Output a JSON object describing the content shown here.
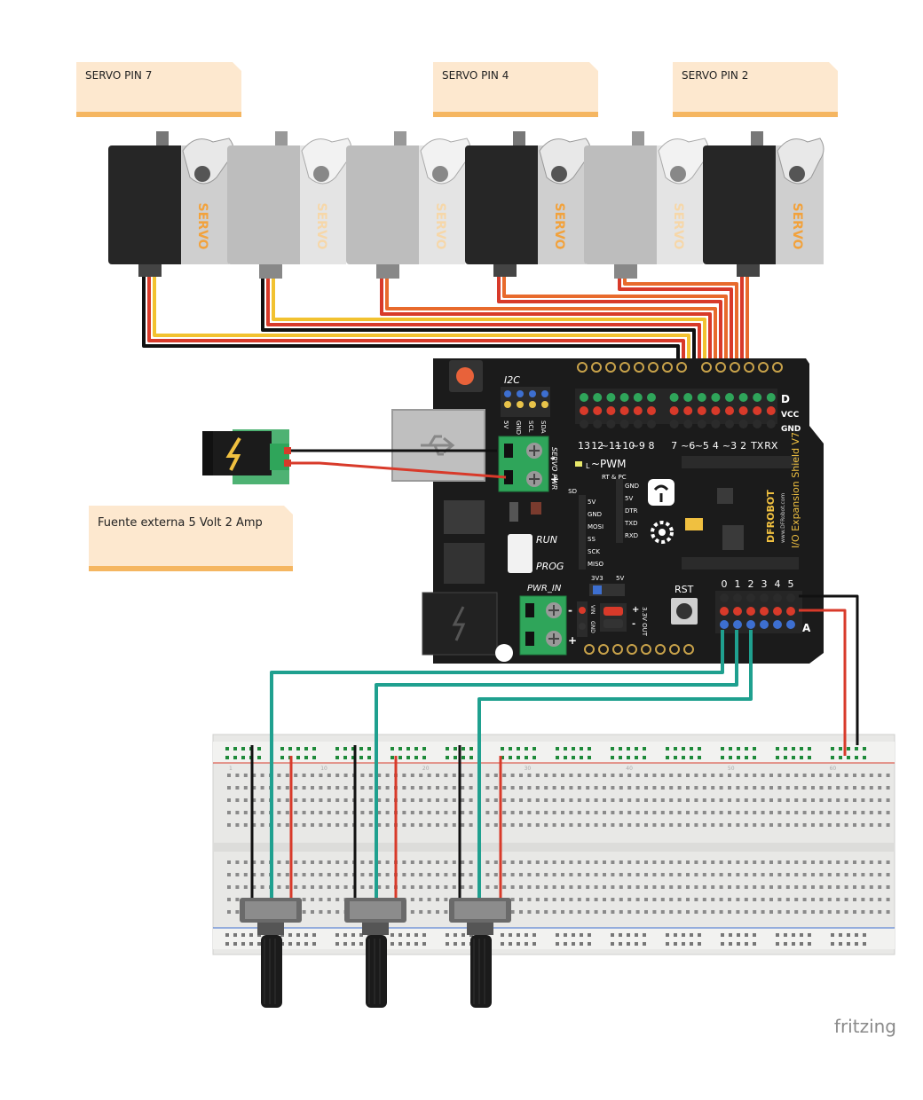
{
  "notes": {
    "servo7": "SERVO PIN 7",
    "servo4": "SERVO PIN 4",
    "servo2": "SERVO PIN 2",
    "power": "Fuente externa 5 Volt 2 Amp"
  },
  "servo_label": "SERVO",
  "board": {
    "i2c": "I2C",
    "i2c_pins": [
      "5V",
      "GND",
      "SCL",
      "SDA"
    ],
    "digital_rows": [
      "D",
      "VCC",
      "GND"
    ],
    "digital_pins": [
      "13",
      "12",
      "~11",
      "~10",
      "~9",
      "8",
      "7",
      "~6",
      "~5",
      "4",
      "~3",
      "2",
      "TX",
      "RX"
    ],
    "servo_pwr": "SERVO PWR",
    "l_led": "L",
    "pwm": "~PWM",
    "rtdtr": "RT & PC",
    "sd": "SD",
    "spi_pins": [
      "SD",
      "5V",
      "GND",
      "MOSI",
      "SS",
      "SCK",
      "MISO"
    ],
    "serial_pins": [
      "GND",
      "5V",
      "DTR",
      "TXD",
      "RXD"
    ],
    "run": "RUN",
    "prog": "PROG",
    "pwr_in": "PWR_IN",
    "v3v3": "3V3",
    "v5v": "5V",
    "vin_gnd": [
      "VIN",
      "GND"
    ],
    "out_33": "3.3V OUT",
    "rst": "RST",
    "analog_pins": [
      "0",
      "1",
      "2",
      "3",
      "4",
      "5"
    ],
    "analog_row": "A",
    "brand": "DFROBOT",
    "brand_url": "www.DFRobot.com",
    "model": "I/O Expansion Shield V7"
  },
  "breadboard_numbers": [
    "1",
    "10",
    "20",
    "30",
    "40",
    "50",
    "60"
  ],
  "watermark": "fritzing",
  "colors": {
    "servo_dark": "#262626",
    "servo_light": "#bdbdbd",
    "board": "#1b1b1b",
    "terminal": "#2fa55a",
    "wire_red": "#d83a2a",
    "wire_orange": "#e86a2c",
    "wire_yellow": "#f2c230",
    "wire_teal": "#1fa08f",
    "note_bg": "#fde8cf",
    "note_bar": "#f5b661"
  }
}
